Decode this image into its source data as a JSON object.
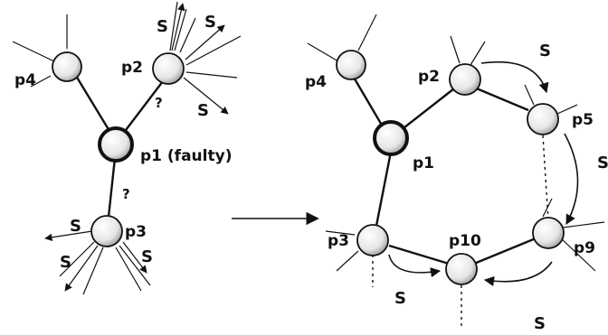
{
  "left": {
    "nodes": {
      "p4": "p4",
      "p2": "p2",
      "p1": "p1 (faulty)",
      "p3": "p3"
    },
    "edge_marks": {
      "p1_p2": "?",
      "p1_p3": "?"
    },
    "s_labels": [
      "S",
      "S",
      "S",
      "S",
      "S",
      "S"
    ]
  },
  "right": {
    "nodes": {
      "p4": "p4",
      "p2": "p2",
      "p5": "p5",
      "p1": "p1",
      "p3": "p3",
      "p10": "p10",
      "p9": "p9"
    },
    "s_labels": [
      "S",
      "S",
      "S",
      "S"
    ]
  },
  "colors": {
    "node_fill_light": "#f4f4f4",
    "node_fill_dark": "#8a8a8a",
    "stroke": "#111111"
  }
}
